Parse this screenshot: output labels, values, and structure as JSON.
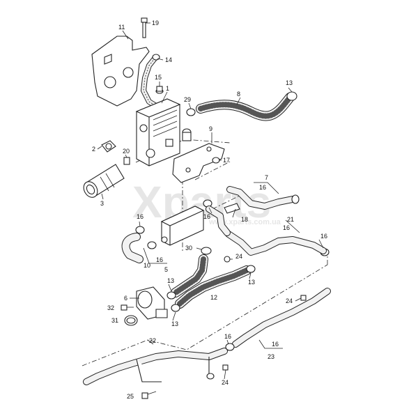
{
  "watermark": "Xparts",
  "watermark_sub": "www.xparts.com.ua",
  "callouts": [
    {
      "id": "c11",
      "label": "11"
    },
    {
      "id": "c19",
      "label": "19"
    },
    {
      "id": "c14",
      "label": "14"
    },
    {
      "id": "c15",
      "label": "15"
    },
    {
      "id": "c1",
      "label": "1"
    },
    {
      "id": "c13a",
      "label": "13"
    },
    {
      "id": "c8",
      "label": "8"
    },
    {
      "id": "c29",
      "label": "29"
    },
    {
      "id": "c9",
      "label": "9"
    },
    {
      "id": "c2",
      "label": "2"
    },
    {
      "id": "c20",
      "label": "20"
    },
    {
      "id": "c17",
      "label": "17"
    },
    {
      "id": "c3",
      "label": "3"
    },
    {
      "id": "c7",
      "label": "7"
    },
    {
      "id": "c16a",
      "label": "16"
    },
    {
      "id": "c16b",
      "label": "16"
    },
    {
      "id": "c18",
      "label": "18"
    },
    {
      "id": "c21",
      "label": "21"
    },
    {
      "id": "c16c",
      "label": "16"
    },
    {
      "id": "c16d",
      "label": "16"
    },
    {
      "id": "c16e",
      "label": "16"
    },
    {
      "id": "c30",
      "label": "30"
    },
    {
      "id": "c24a",
      "label": "24"
    },
    {
      "id": "c10",
      "label": "10"
    },
    {
      "id": "c16f",
      "label": "16"
    },
    {
      "id": "c5",
      "label": "5"
    },
    {
      "id": "c6",
      "label": "6"
    },
    {
      "id": "c13b",
      "label": "13"
    },
    {
      "id": "c13c",
      "label": "13"
    },
    {
      "id": "c12",
      "label": "12"
    },
    {
      "id": "c32",
      "label": "32"
    },
    {
      "id": "c31",
      "label": "31"
    },
    {
      "id": "c13d",
      "label": "13"
    },
    {
      "id": "c24b",
      "label": "24"
    },
    {
      "id": "c22",
      "label": "22"
    },
    {
      "id": "c16g",
      "label": "16"
    },
    {
      "id": "c16h",
      "label": "16"
    },
    {
      "id": "c23",
      "label": "23"
    },
    {
      "id": "c24c",
      "label": "24"
    },
    {
      "id": "c25",
      "label": "25"
    }
  ]
}
